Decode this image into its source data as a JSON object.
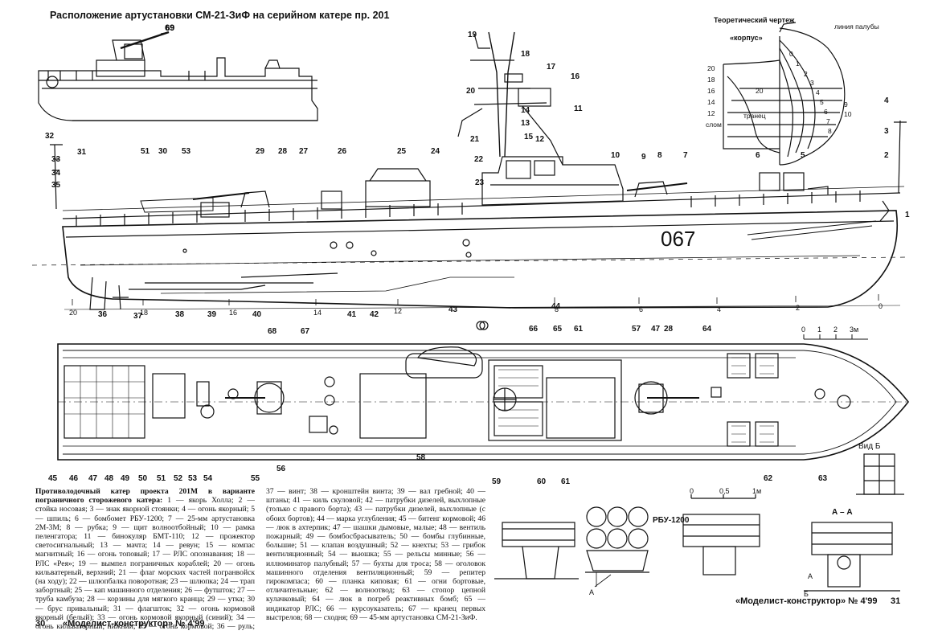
{
  "top_caption": "Расположение артустановки СМ-21-ЗиФ на серийном катере пр. 201",
  "theoretical_drawing": {
    "title_line1": "Теоретический чертеж",
    "title_line2": "«корпус»",
    "deck_line_label": "линия палубы",
    "waterline_labels": [
      "20",
      "18",
      "16",
      "14",
      "12",
      "слом"
    ],
    "frame_labels": [
      "0",
      "1",
      "2",
      "3",
      "4",
      "5",
      "6",
      "7",
      "8",
      "9",
      "10"
    ],
    "station_label": "20",
    "chine_label": "транец"
  },
  "hull_number": "067",
  "side_view_callouts": [
    "69",
    "19",
    "18",
    "17",
    "16",
    "20",
    "21",
    "14",
    "13",
    "15",
    "12",
    "11",
    "10",
    "9",
    "8",
    "7",
    "6",
    "5",
    "4",
    "3",
    "2",
    "1",
    "32",
    "31",
    "33",
    "34",
    "35",
    "51",
    "30",
    "53",
    "29",
    "28",
    "27",
    "26",
    "25",
    "24",
    "22",
    "23",
    "36",
    "37",
    "38",
    "39",
    "40",
    "41",
    "42",
    "43",
    "44"
  ],
  "frame_numbers": [
    "20",
    "18",
    "16",
    "14",
    "12",
    "8",
    "6",
    "4",
    "2",
    "0"
  ],
  "plan_view_callouts": [
    "68",
    "67",
    "66",
    "65",
    "61",
    "57",
    "47",
    "28",
    "64",
    "45",
    "46",
    "47",
    "48",
    "49",
    "50",
    "51",
    "52",
    "53",
    "54",
    "55",
    "56",
    "58",
    "59",
    "60",
    "61",
    "62",
    "63"
  ],
  "scale": {
    "ticks": [
      "0",
      "1",
      "2",
      "3м"
    ]
  },
  "view_b_label": "Вид Б",
  "rbu_title": "РБУ-1200",
  "rbu_scale": {
    "ticks": [
      "0",
      "0,5",
      "1м"
    ]
  },
  "section_label": "А – А",
  "section_marks": [
    "А",
    "А",
    "Б"
  ],
  "legend": {
    "heading": "Противолодочный катер проекта 201М в варианте пограничного сторожевого катера:",
    "body": "1 — якорь Холла; 2 — стойка носовая; 3 — знак якорной стоянки; 4 — огонь якорный; 5 — шпиль; 6 — бомбомет РБУ-1200; 7 — 25-мм артустановка 2М-3М; 8 — рубка; 9 — щит волноотбойный; 10 — рамка пеленгатора; 11 — бинокуляр БМТ-110; 12 — прожектор светосигнальный; 13 — мачта; 14 — ревун; 15 — компас магнитный; 16 — огонь топовый; 17 — РЛС опознавания; 18 — РЛС «Рея»; 19 — вымпел пограничных кораблей; 20 — огонь кильватерный, верхний; 21 — флаг морских частей погранвойск (на ходу); 22 — шлюпбалка поворотная; 23 — шлюпка; 24 — трап забортный; 25 — кап машинного отделения; 26 — футшток; 27 — труба камбуза; 28 — корзины для мягкого кранца; 29 — утка; 30 — брус привальный; 31 — флагшток; 32 — огонь кормовой якорный (белый); 33 — огонь кормовой якорный (синий); 34 — огонь кильватерный, нижний; 35 — огонь кормовой; 36 — руль; 37 — винт; 38 — кронштейн винта; 39 — вал гребной; 40 — штаны; 41 — киль скуловой; 42 — патрубки дизелей, выхлопные (только с правого борта); 43 — патрубки дизелей, выхлопные (с обоих бортов); 44 — марка углубления; 45 — битенг кормовой; 46 — люк в ахтерпик; 47 — шашки дымовые, малые; 48 — вентиль пожарный; 49 — бомбосбрасыватель; 50 — бомбы глубинные, большие; 51 — клапан воздушный; 52 — кнехты; 53 — грибок вентиляционный; 54 — вьюшка; 55 — рельсы минные; 56 — иллюминатор палубный; 57 — бухты для троса; 58 — оголовок машинного отделения вентиляционный; 59 — репитер гирокомпаса; 60 — планка киповая; 61 — огни бортовые, отличительные; 62 — волноотвод; 63 — стопор цепной кулачковый; 64 — люк в погреб реактивных бомб; 65 — индикатор РЛС; 66 — курсоуказатель; 67 — кранец первых выстрелов; 68 — сходня; 69 — 45-мм артустановка СМ-21-ЗиФ."
  },
  "footer_left": {
    "page": "30",
    "magazine": "«Моделист-конструктор» № 4'99"
  },
  "footer_right": {
    "magazine": "«Моделист-конструктор» № 4'99",
    "page": "31"
  }
}
